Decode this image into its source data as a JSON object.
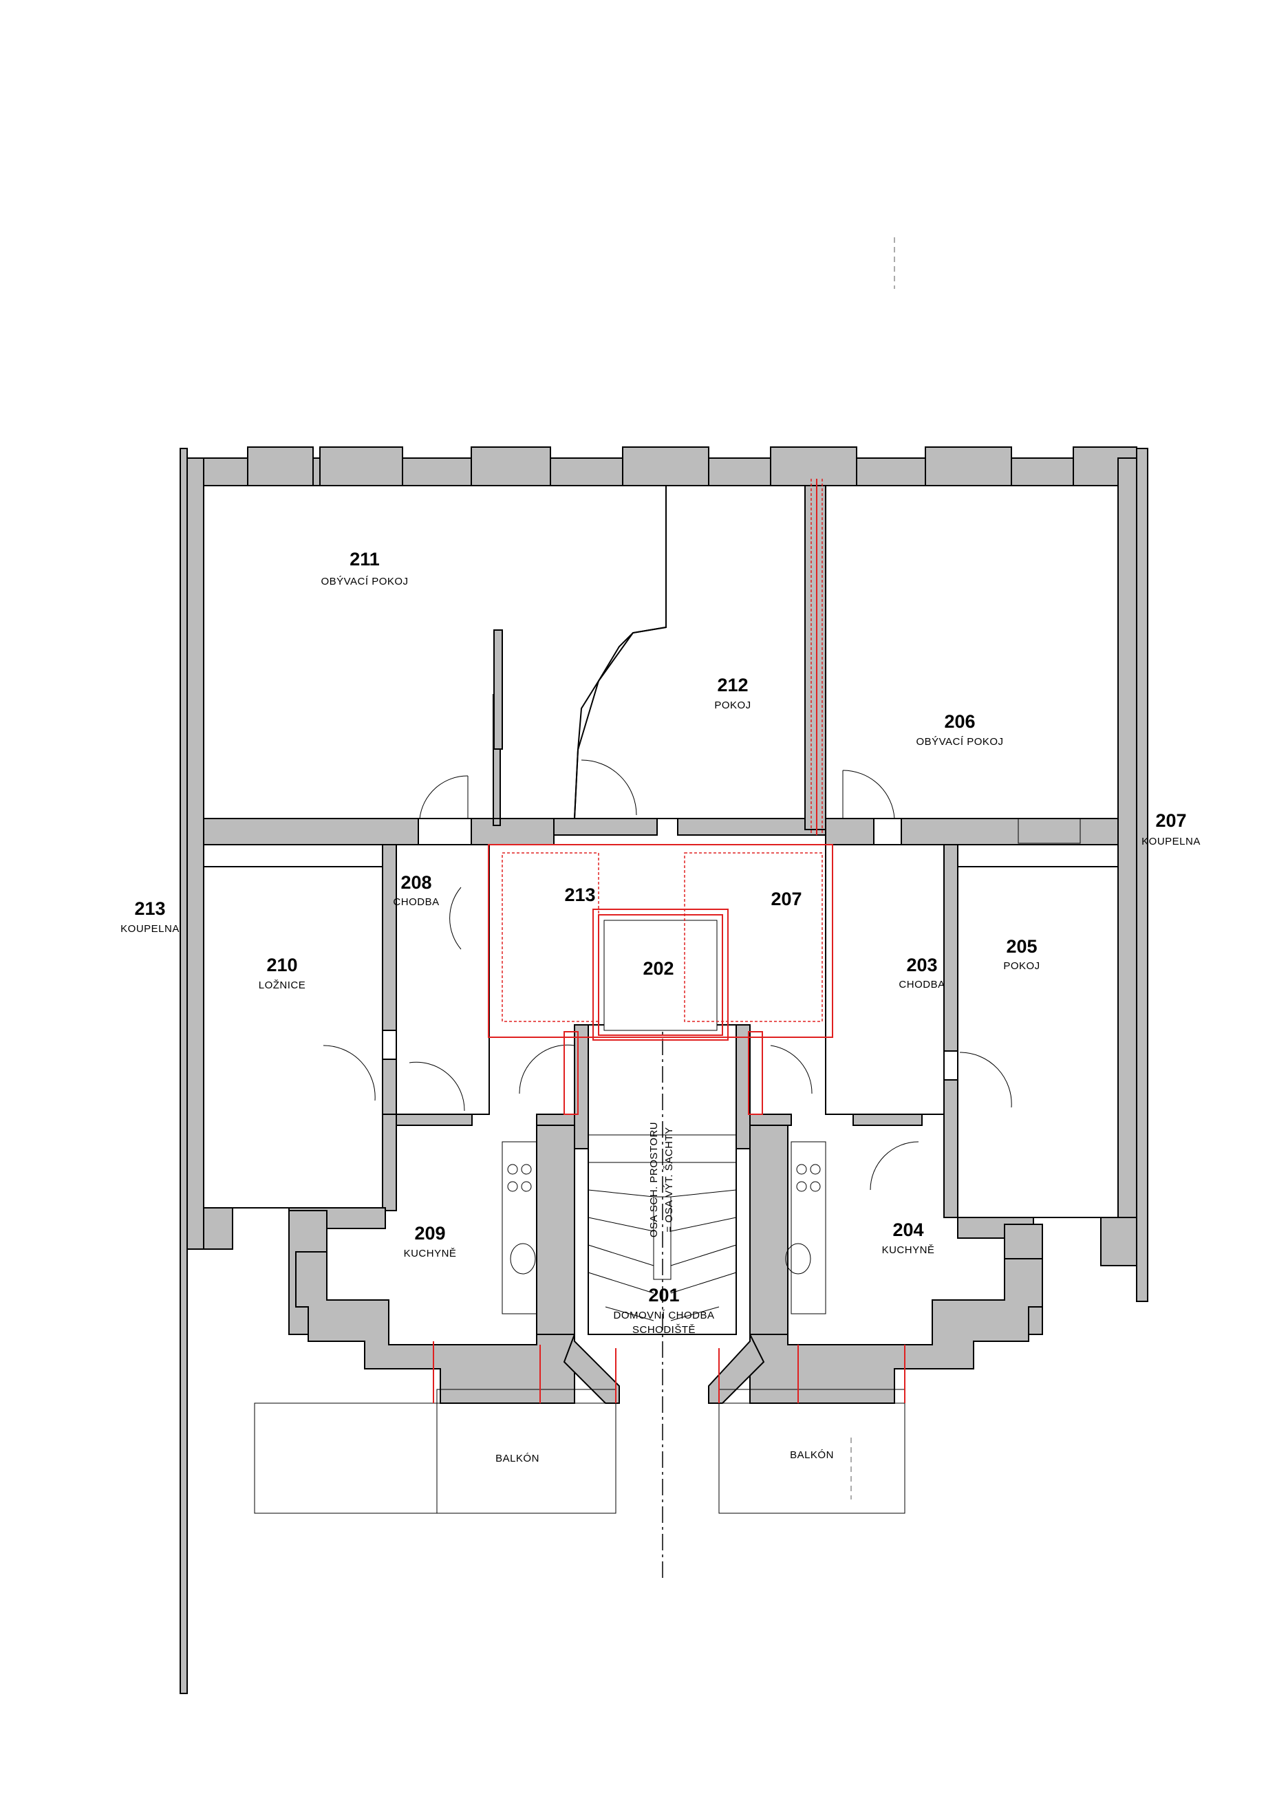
{
  "rooms": [
    {
      "id": "r211",
      "number": "211",
      "name": "OBÝVACÍ  POKOJ"
    },
    {
      "id": "r212",
      "number": "212",
      "name": "POKOJ"
    },
    {
      "id": "r206",
      "number": "206",
      "name": "OBÝVACÍ  POKOJ"
    },
    {
      "id": "r207a",
      "number": "207",
      "name": "KOUPELNA"
    },
    {
      "id": "r213a",
      "number": "213",
      "name": "KOUPELNA"
    },
    {
      "id": "r208",
      "number": "208",
      "name": "CHODBA"
    },
    {
      "id": "r213b",
      "number": "213",
      "name": ""
    },
    {
      "id": "r207b",
      "number": "207",
      "name": ""
    },
    {
      "id": "r210",
      "number": "210",
      "name": "LOŽNICE"
    },
    {
      "id": "r202",
      "number": "202",
      "name": ""
    },
    {
      "id": "r203",
      "number": "203",
      "name": "CHODBA"
    },
    {
      "id": "r205",
      "number": "205",
      "name": "POKOJ"
    },
    {
      "id": "r209",
      "number": "209",
      "name": "KUCHYNĚ"
    },
    {
      "id": "r204",
      "number": "204",
      "name": "KUCHYNĚ"
    },
    {
      "id": "r201",
      "number": "201",
      "name": "DOMOVNÍ  CHODBA",
      "name2": "SCHODIŠTĚ"
    }
  ],
  "balconies": [
    "BALKÓN",
    "BALKÓN"
  ],
  "axis_note": {
    "line1": "OSA  SCH. PROSTORU",
    "line2": "= OSA  VÝT. ŠACHTY"
  },
  "colors": {
    "wall": "#bcbcbc",
    "line": "#000000",
    "highlight": "#e02020"
  }
}
